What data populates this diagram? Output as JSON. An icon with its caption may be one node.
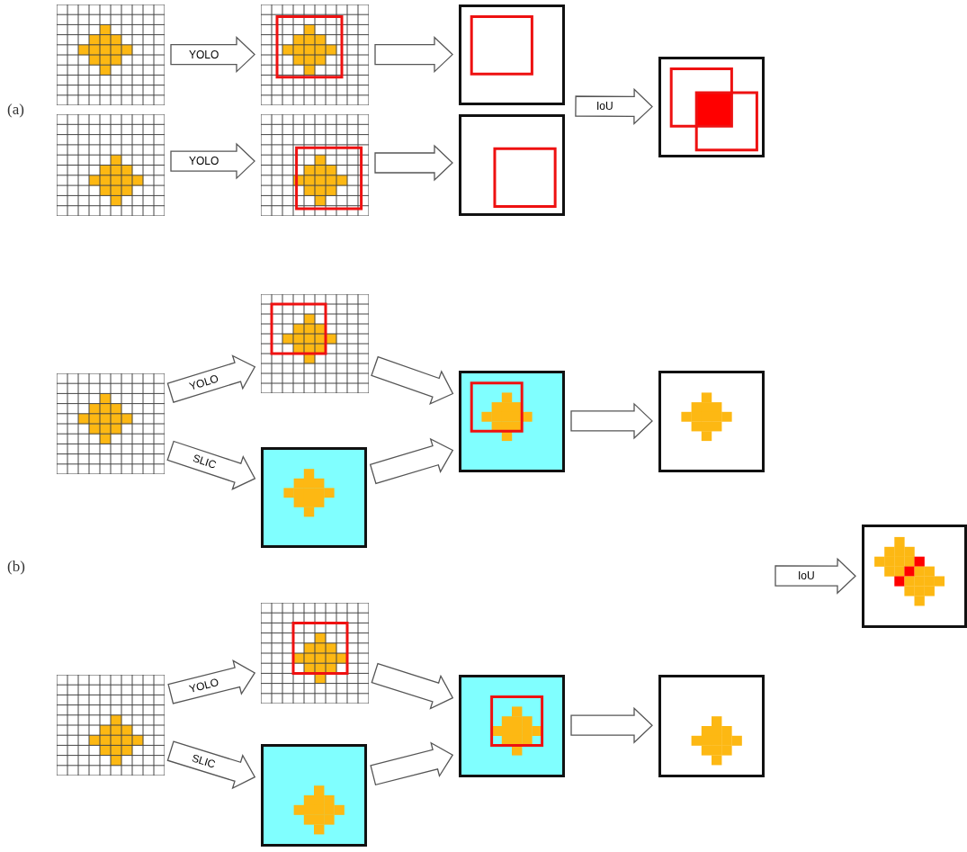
{
  "diagram": {
    "nodes": [
      {
        "text": [],
        "shape": "picture"
      },
      {
        "text": [],
        "shape": "picture"
      },
      {
        "text": [],
        "shape": "picture"
      },
      {
        "text": [],
        "shape": "picture"
      },
      {
        "text": [],
        "shape": "picture"
      },
      {
        "text": [],
        "shape": "picture"
      },
      {
        "text": [],
        "shape": "picture"
      },
      {
        "text": [],
        "shape": "picture"
      },
      {
        "text": [],
        "shape": "picture"
      },
      {
        "text": [],
        "shape": "picture"
      },
      {
        "text": [],
        "shape": "picture"
      },
      {
        "text": [],
        "shape": "picture"
      },
      {
        "text": [],
        "shape": "picture"
      },
      {
        "text": [],
        "shape": "picture"
      },
      {
        "text": [],
        "shape": "picture"
      },
      {
        "text": [],
        "shape": "picture"
      },
      {
        "text": [],
        "shape": "picture"
      },
      {
        "text": [],
        "shape": "picture"
      }
    ],
    "edges": [
      {
        "from": 0,
        "to": 1,
        "arrow": "to",
        "label": "YOLO"
      },
      {
        "from": 1,
        "to": 2,
        "arrow": "to"
      },
      {
        "from": 3,
        "to": 4,
        "arrow": "to",
        "label": "YOLO"
      },
      {
        "from": 4,
        "to": 5,
        "arrow": "to"
      },
      {
        "from": null,
        "to": 6,
        "arrow": "to",
        "label": "IoU"
      },
      {
        "from": 7,
        "to": 8,
        "arrow": "to",
        "label": "YOLO"
      },
      {
        "from": 7,
        "to": 9,
        "arrow": "to",
        "label": "SLIC"
      },
      {
        "from": 8,
        "to": 10,
        "arrow": "to"
      },
      {
        "from": 9,
        "to": 10,
        "arrow": "to"
      },
      {
        "from": 10,
        "to": 11,
        "arrow": "to"
      },
      {
        "from": 12,
        "to": 13,
        "arrow": "to",
        "label": "YOLO"
      },
      {
        "from": 12,
        "to": 14,
        "arrow": "to",
        "label": "SLIC"
      },
      {
        "from": 13,
        "to": 15,
        "arrow": "to"
      },
      {
        "from": 14,
        "to": 15,
        "arrow": "to"
      },
      {
        "from": 15,
        "to": 16,
        "arrow": "to"
      },
      {
        "from": null,
        "to": 17,
        "arrow": "to",
        "label": "IoU"
      }
    ],
    "labels": [
      "(a)",
      "(b)"
    ]
  }
}
